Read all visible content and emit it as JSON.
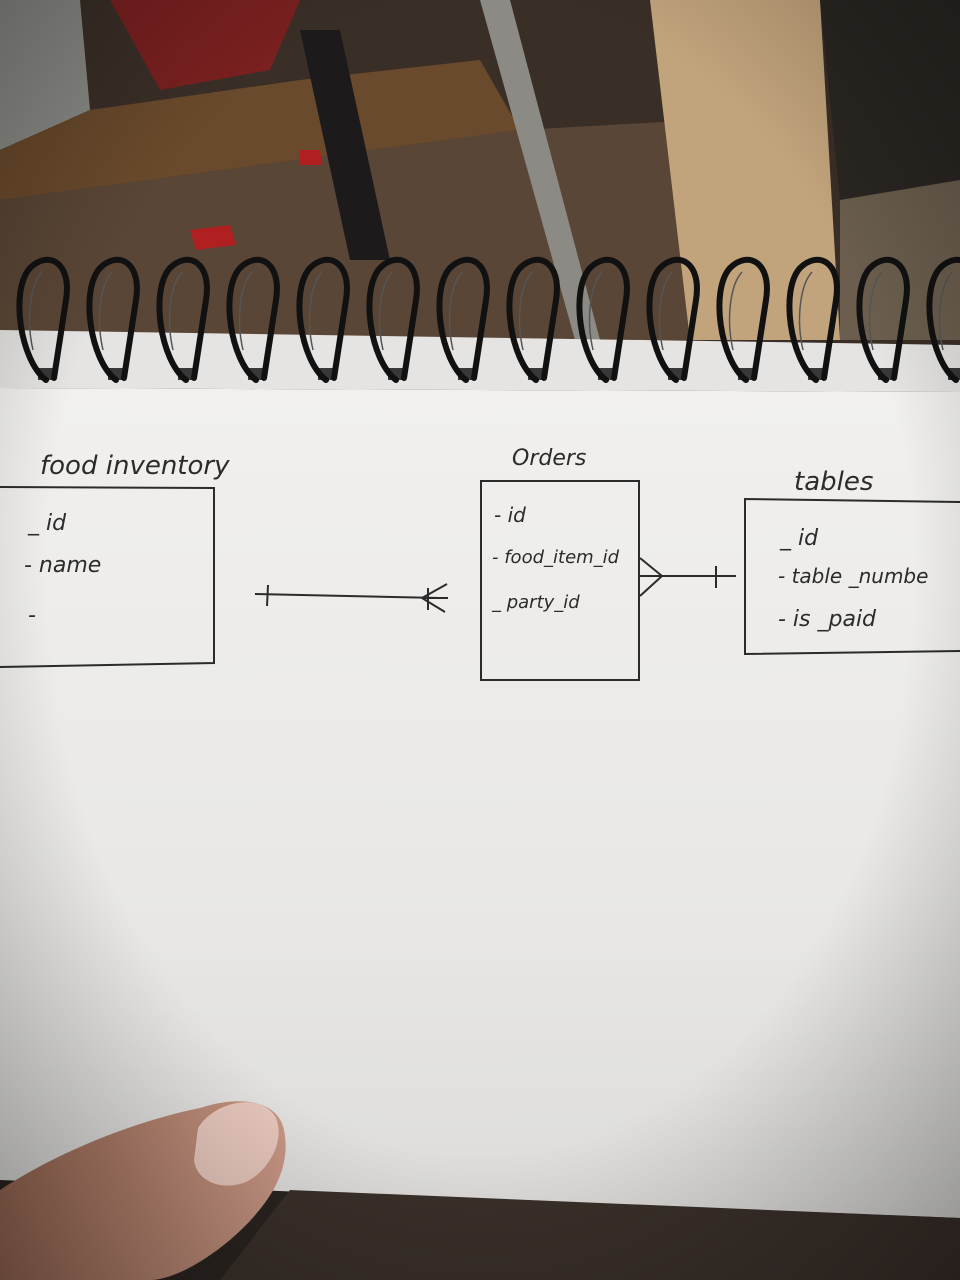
{
  "diagram": {
    "entities": [
      {
        "title": "food inventory",
        "fields": [
          "_ id",
          "- name",
          "-"
        ]
      },
      {
        "title": "Orders",
        "fields": [
          "- id",
          "- food_item_id",
          "_ party_id"
        ]
      },
      {
        "title": "tables",
        "fields": [
          "_ id",
          "- table _numbe",
          "- is _paid"
        ]
      }
    ],
    "relationships": [
      {
        "from": "food inventory",
        "to": "Orders",
        "from_end": "one",
        "to_end": "many"
      },
      {
        "from": "Orders",
        "to": "tables",
        "from_end": "many",
        "to_end": "one"
      }
    ]
  },
  "colors": {
    "paper": "#ecebe9",
    "ink": "#2b2b2b",
    "ring": "#111111",
    "background": "#2a2420"
  }
}
